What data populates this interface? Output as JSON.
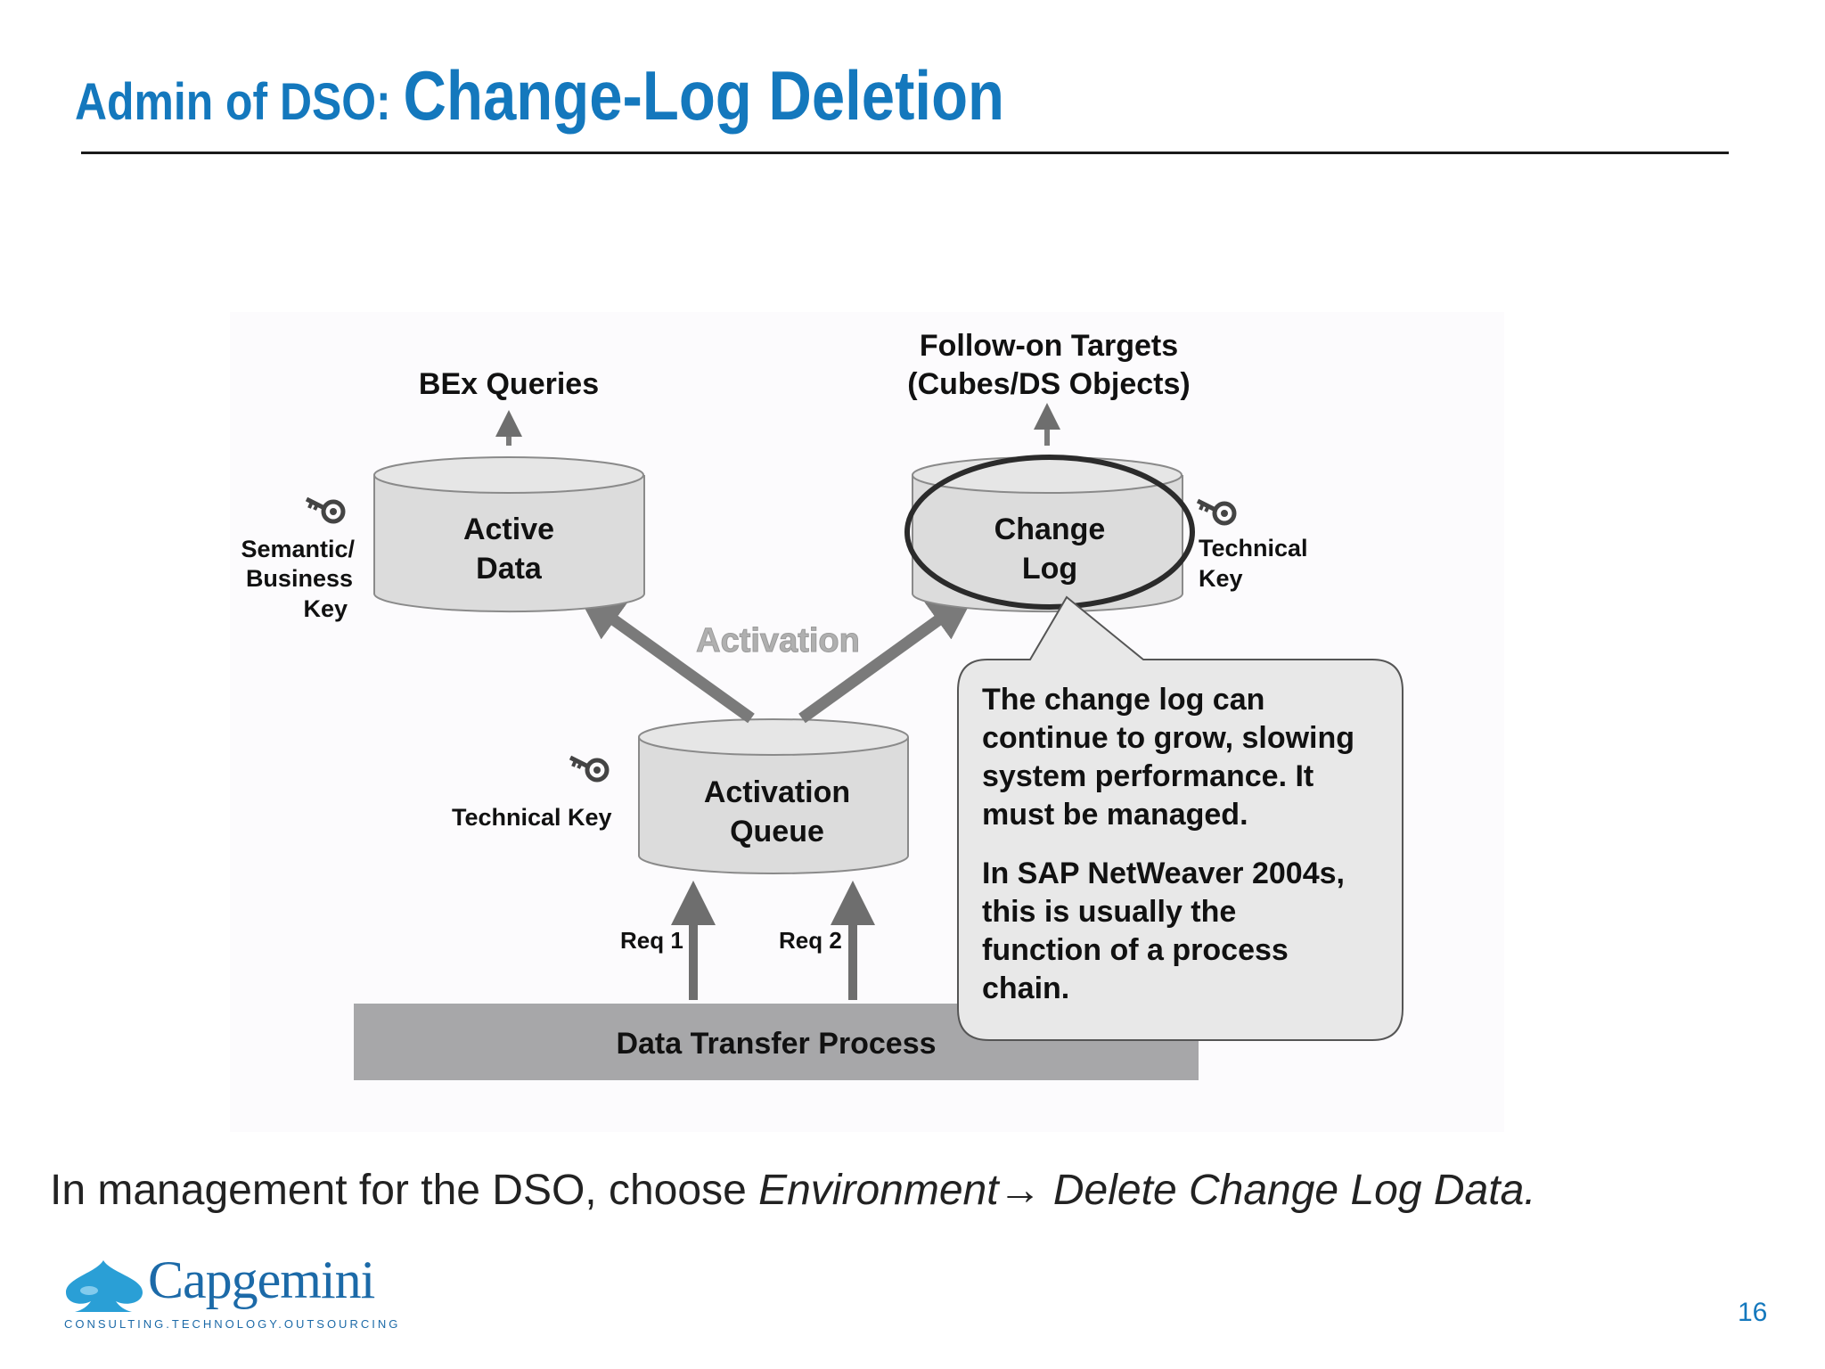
{
  "header": {
    "title_prefix": "Admin of DSO: ",
    "title_main": "Change-Log Deletion"
  },
  "diagram": {
    "bex_queries": "BEx Queries",
    "follow_on_line1": "Follow-on Targets",
    "follow_on_line2": "(Cubes/DS Objects)",
    "active_data_line1": "Active",
    "active_data_line2": "Data",
    "change_log_line1": "Change",
    "change_log_line2": "Log",
    "activation": "Activation",
    "activation_queue_line1": "Activation",
    "activation_queue_line2": "Queue",
    "semantic_key_line1": "Semantic/",
    "semantic_key_line2": "Business",
    "semantic_key_line3": "Key",
    "technical_key_right_line1": "Technical",
    "technical_key_right_line2": "Key",
    "technical_key_left": "Technical Key",
    "req1": "Req 1",
    "req2": "Req 2",
    "data_transfer_process": "Data Transfer Process",
    "callout_p1_line1": "The change log can",
    "callout_p1_line2": "continue to grow, slowing",
    "callout_p1_line3": "system performance. It",
    "callout_p1_line4": "must be managed.",
    "callout_p2_line1": "In SAP NetWeaver 2004s,",
    "callout_p2_line2": "this is usually the",
    "callout_p2_line3": "function of a process",
    "callout_p2_line4": "chain."
  },
  "footer": {
    "instruction_prefix": "In management for the DSO, choose ",
    "instruction_path": "Environment→ Delete Change Log Data.",
    "logo_name": "Capgemini",
    "logo_tagline": "CONSULTING.TECHNOLOGY.OUTSOURCING",
    "page_number": "16"
  },
  "colors": {
    "title_blue": "#1478bd",
    "cylinder_fill": "#dcdcdc",
    "band_fill": "#a7a7a9",
    "arrow_gray": "#7a7a7a"
  },
  "icons": [
    "key-icon",
    "capgemini-spade-logo"
  ]
}
